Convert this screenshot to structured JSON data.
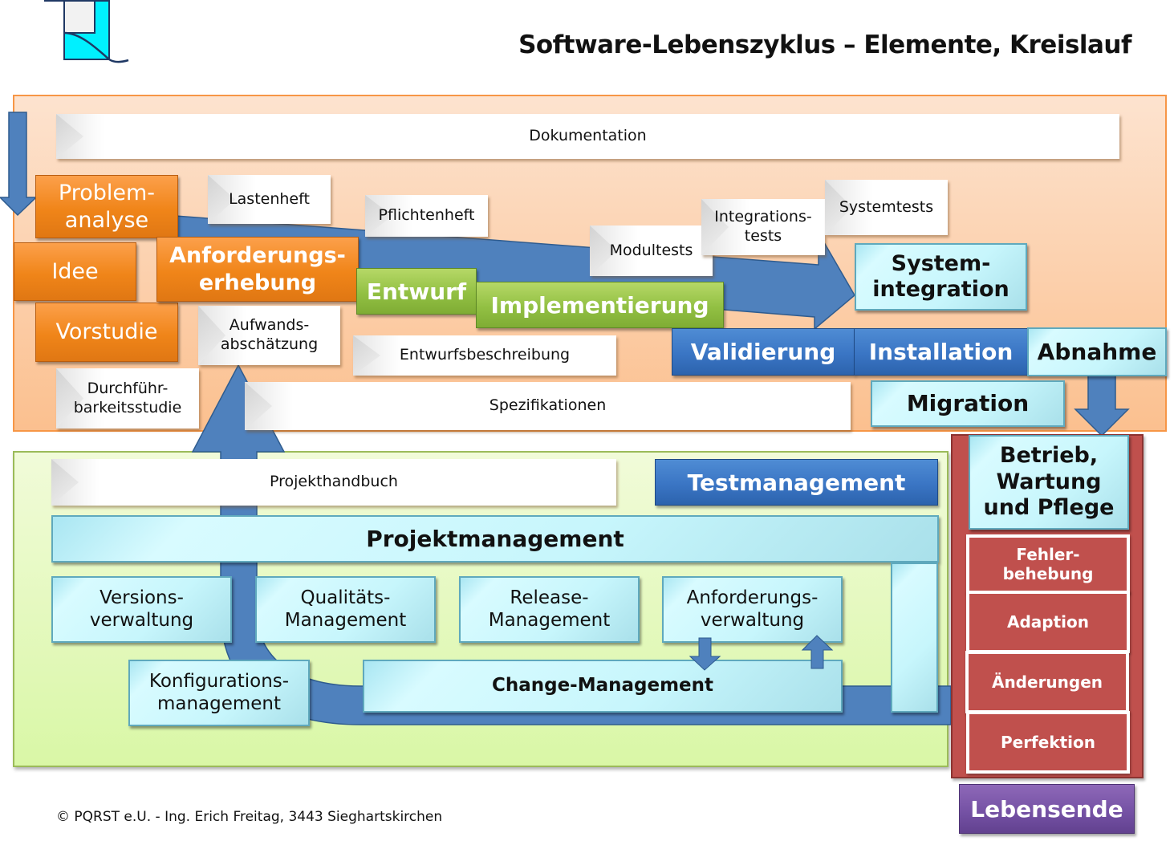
{
  "title": "Software-Lebenszyklus – Elemente, Kreislauf",
  "logo": "pqrst-logo-icon",
  "phases": {
    "problemanalyse": "Problem-\nanalyse",
    "idee": "Idee",
    "vorstudie": "Vorstudie",
    "anforderungserhebung": "Anforderungs-\nerhebung",
    "entwurf": "Entwurf",
    "implementierung": "Implementierung",
    "systemintegration": "System-\nintegration",
    "validierung": "Validierung",
    "installation": "Installation",
    "abnahme": "Abnahme",
    "migration": "Migration"
  },
  "documents": {
    "dokumentation": "Dokumentation",
    "lastenheft": "Lastenheft",
    "pflichtenheft": "Pflichtenheft",
    "modultests": "Modultests",
    "integrationstests": "Integrations-\ntests",
    "systemtests": "Systemtests",
    "aufwandsabschaetzung": "Aufwands-\nabschätzung",
    "entwurfsbeschreibung": "Entwurfsbeschreibung",
    "durchfuehrbarkeitsstudie": "Durchführ-\nbarkeitsstudie",
    "spezifikationen": "Spezifikationen",
    "projekthandbuch": "Projekthandbuch"
  },
  "management": {
    "testmanagement": "Testmanagement",
    "projektmanagement": "Projektmanagement",
    "versionsverwaltung": "Versions-\nverwaltung",
    "qualitaetsmanagement": "Qualitäts-\nManagement",
    "releasemanagement": "Release-\nManagement",
    "anforderungsverwaltung": "Anforderungs-\nverwaltung",
    "konfigurationsmanagement": "Konfigurations-\nmanagement",
    "changemanagement": "Change-Management"
  },
  "operations": {
    "betrieb": "Betrieb,\nWartung\nund Pflege",
    "items": [
      "Fehler-\nbehebung",
      "Adaption",
      "Änderungen",
      "Perfektion"
    ],
    "lebensende": "Lebensende"
  },
  "footer": {
    "copyright": "© PQRST e.U. - Ing. Erich Freitag, 3443 Sieghartskirchen"
  },
  "colors": {
    "phase_orange": "#f08519",
    "phase_green": "#92c043",
    "phase_blue": "#3a75c4",
    "arrow_blue": "#4f81bd",
    "maintenance_red": "#c0504d",
    "end_purple": "#7350a3",
    "top_panel_border": "#f79646",
    "bottom_panel_border": "#9bbb59"
  }
}
